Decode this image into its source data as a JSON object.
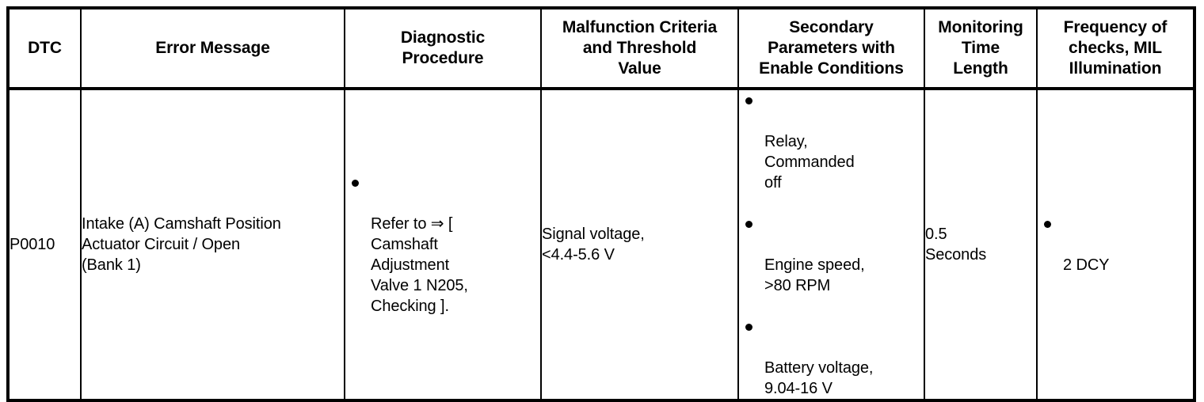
{
  "table": {
    "columns": [
      {
        "key": "dtc",
        "header": "DTC"
      },
      {
        "key": "error_message",
        "header": "Error Message"
      },
      {
        "key": "diagnostic_procedure",
        "header": "Diagnostic\nProcedure"
      },
      {
        "key": "malfunction_criteria",
        "header": "Malfunction Criteria\nand Threshold\nValue"
      },
      {
        "key": "secondary_parameters",
        "header": "Secondary\nParameters with\nEnable Conditions"
      },
      {
        "key": "monitoring_time",
        "header": "Monitoring\nTime\nLength"
      },
      {
        "key": "frequency_mil",
        "header": "Frequency of\nchecks, MIL\nIllumination"
      }
    ],
    "rows": [
      {
        "dtc": "P0010",
        "error_message": "Intake (A) Camshaft Position\nActuator Circuit / Open\n(Bank 1)",
        "diagnostic_procedure_bullets": [
          "Refer to ⇒ [\nCamshaft\nAdjustment\nValve 1 N205,\nChecking ]."
        ],
        "malfunction_criteria": "Signal voltage,\n<4.4-5.6 V",
        "secondary_parameters_bullets": [
          "Relay,\nCommanded\noff",
          "Engine speed,\n>80 RPM",
          "Battery voltage,\n9.04-16 V"
        ],
        "monitoring_time": "0.5\nSeconds",
        "frequency_mil_bullets": [
          "2 DCY"
        ]
      }
    ]
  },
  "colors": {
    "border": "#000000",
    "text": "#000000",
    "background": "#ffffff"
  }
}
